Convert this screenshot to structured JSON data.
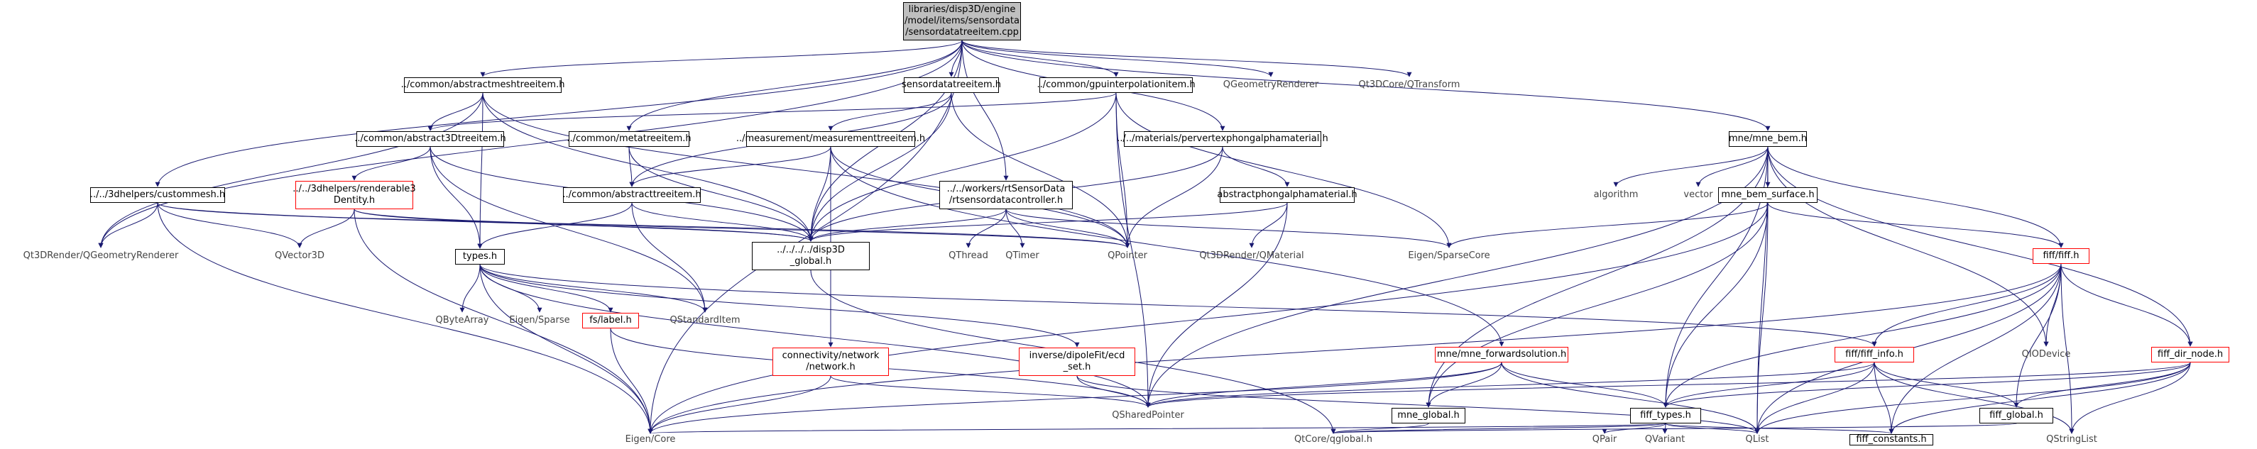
{
  "graph": {
    "edge_color": "#191970",
    "nodes": [
      {
        "id": "root",
        "label": "libraries/disp3D/engine\n/model/items/sensordata\n/sensordatatreeitem.cpp",
        "style": "root"
      },
      {
        "id": "abstractmeshtreeitem",
        "label": "../common/abstractmeshtreeitem.h",
        "style": "normal"
      },
      {
        "id": "sensordatatreeitem_h",
        "label": "sensordatatreeitem.h",
        "style": "normal"
      },
      {
        "id": "gpuinterpolationitem",
        "label": "../common/gpuinterpolationitem.h",
        "style": "normal"
      },
      {
        "id": "QGeometryRenderer",
        "label": "QGeometryRenderer",
        "style": "plain"
      },
      {
        "id": "QTransform",
        "label": "Qt3DCore/QTransform",
        "style": "plain"
      },
      {
        "id": "abstract3Dtreeitem",
        "label": "../common/abstract3Dtreeitem.h",
        "style": "normal"
      },
      {
        "id": "metatreeitem",
        "label": "../common/metatreeitem.h",
        "style": "normal"
      },
      {
        "id": "measurementtreeitem",
        "label": "../measurement/measurementtreeitem.h",
        "style": "normal"
      },
      {
        "id": "pervertexphongalpha",
        "label": "../../materials/pervertexphongalphamaterial.h",
        "style": "normal"
      },
      {
        "id": "mne_bem",
        "label": "mne/mne_bem.h",
        "style": "normal"
      },
      {
        "id": "custommesh",
        "label": "../../3dhelpers/custommesh.h",
        "style": "normal"
      },
      {
        "id": "renderable3Dentity",
        "label": "../../3dhelpers/renderable3\nDentity.h",
        "style": "red"
      },
      {
        "id": "abstracttreeitem",
        "label": "../common/abstracttreeitem.h",
        "style": "normal"
      },
      {
        "id": "rtsensordatacontroller",
        "label": "../../workers/rtSensorData\n/rtsensordatacontroller.h",
        "style": "normal"
      },
      {
        "id": "abstractphongalpha",
        "label": "abstractphongalphamaterial.h",
        "style": "normal"
      },
      {
        "id": "algorithm",
        "label": "algorithm",
        "style": "plain"
      },
      {
        "id": "vector",
        "label": "vector",
        "style": "plain"
      },
      {
        "id": "mne_bem_surface",
        "label": "mne_bem_surface.h",
        "style": "normal"
      },
      {
        "id": "QGeometryRenderer2",
        "label": "Qt3DRender/QGeometryRenderer",
        "style": "plain"
      },
      {
        "id": "QVector3D",
        "label": "QVector3D",
        "style": "plain"
      },
      {
        "id": "disp3D_global",
        "label": "../../../../disp3D\n_global.h",
        "style": "normal"
      },
      {
        "id": "QThread",
        "label": "QThread",
        "style": "plain"
      },
      {
        "id": "QTimer",
        "label": "QTimer",
        "style": "plain"
      },
      {
        "id": "QPointer",
        "label": "QPointer",
        "style": "plain"
      },
      {
        "id": "QMaterial",
        "label": "Qt3DRender/QMaterial",
        "style": "plain"
      },
      {
        "id": "SparseCore",
        "label": "Eigen/SparseCore",
        "style": "plain"
      },
      {
        "id": "fiff_h",
        "label": "fiff/fiff.h",
        "style": "red"
      },
      {
        "id": "types_h",
        "label": "types.h",
        "style": "normal"
      },
      {
        "id": "QByteArray",
        "label": "QByteArray",
        "style": "plain"
      },
      {
        "id": "Sparse",
        "label": "Eigen/Sparse",
        "style": "plain"
      },
      {
        "id": "label_h",
        "label": "fs/label.h",
        "style": "red"
      },
      {
        "id": "QStandardItem",
        "label": "QStandardItem",
        "style": "plain"
      },
      {
        "id": "network_h",
        "label": "connectivity/network\n/network.h",
        "style": "red"
      },
      {
        "id": "ecd_set",
        "label": "inverse/dipoleFit/ecd\n_set.h",
        "style": "red"
      },
      {
        "id": "forwardsolution",
        "label": "mne/mne_forwardsolution.h",
        "style": "red"
      },
      {
        "id": "fiff_info",
        "label": "fiff/fiff_info.h",
        "style": "red"
      },
      {
        "id": "QIODevice",
        "label": "QIODevice",
        "style": "plain"
      },
      {
        "id": "fiff_dir_node",
        "label": "fiff_dir_node.h",
        "style": "red"
      },
      {
        "id": "QSharedPointer",
        "label": "QSharedPointer",
        "style": "plain"
      },
      {
        "id": "mne_global",
        "label": "mne_global.h",
        "style": "normal"
      },
      {
        "id": "fiff_types",
        "label": "fiff_types.h",
        "style": "normal"
      },
      {
        "id": "fiff_global",
        "label": "fiff_global.h",
        "style": "normal"
      },
      {
        "id": "EigenCore",
        "label": "Eigen/Core",
        "style": "plain"
      },
      {
        "id": "qglobal",
        "label": "QtCore/qglobal.h",
        "style": "plain"
      },
      {
        "id": "QPair",
        "label": "QPair",
        "style": "plain"
      },
      {
        "id": "QVariant",
        "label": "QVariant",
        "style": "plain"
      },
      {
        "id": "QList",
        "label": "QList",
        "style": "plain"
      },
      {
        "id": "fiff_constants",
        "label": "fiff_constants.h",
        "style": "normal"
      },
      {
        "id": "QStringList",
        "label": "QStringList",
        "style": "plain"
      }
    ],
    "edges": [
      [
        "root",
        "abstractmeshtreeitem"
      ],
      [
        "root",
        "sensordatatreeitem_h"
      ],
      [
        "root",
        "gpuinterpolationitem"
      ],
      [
        "root",
        "QGeometryRenderer"
      ],
      [
        "root",
        "QTransform"
      ],
      [
        "root",
        "custommesh"
      ],
      [
        "root",
        "metatreeitem"
      ],
      [
        "root",
        "rtsensordatacontroller"
      ],
      [
        "root",
        "pervertexphongalpha"
      ],
      [
        "root",
        "mne_bem"
      ],
      [
        "root",
        "EigenCore"
      ],
      [
        "root",
        "disp3D_global"
      ],
      [
        "root",
        "QGeometryRenderer2"
      ],
      [
        "abstractmeshtreeitem",
        "abstract3Dtreeitem"
      ],
      [
        "abstractmeshtreeitem",
        "types_h"
      ],
      [
        "abstractmeshtreeitem",
        "disp3D_global"
      ],
      [
        "abstractmeshtreeitem",
        "QPointer"
      ],
      [
        "abstractmeshtreeitem",
        "QGeometryRenderer2"
      ],
      [
        "sensordatatreeitem_h",
        "measurementtreeitem"
      ],
      [
        "sensordatatreeitem_h",
        "abstracttreeitem"
      ],
      [
        "sensordatatreeitem_h",
        "disp3D_global"
      ],
      [
        "sensordatatreeitem_h",
        "QPointer"
      ],
      [
        "gpuinterpolationitem",
        "abstract3Dtreeitem"
      ],
      [
        "gpuinterpolationitem",
        "disp3D_global"
      ],
      [
        "gpuinterpolationitem",
        "QPointer"
      ],
      [
        "gpuinterpolationitem",
        "SparseCore"
      ],
      [
        "gpuinterpolationitem",
        "QSharedPointer"
      ],
      [
        "abstract3Dtreeitem",
        "renderable3Dentity"
      ],
      [
        "abstract3Dtreeitem",
        "types_h"
      ],
      [
        "abstract3Dtreeitem",
        "disp3D_global"
      ],
      [
        "abstract3Dtreeitem",
        "QStandardItem"
      ],
      [
        "metatreeitem",
        "abstracttreeitem"
      ],
      [
        "metatreeitem",
        "disp3D_global"
      ],
      [
        "measurementtreeitem",
        "abstracttreeitem"
      ],
      [
        "measurementtreeitem",
        "disp3D_global"
      ],
      [
        "measurementtreeitem",
        "QPointer"
      ],
      [
        "measurementtreeitem",
        "network_h"
      ],
      [
        "measurementtreeitem",
        "forwardsolution"
      ],
      [
        "pervertexphongalpha",
        "abstractphongalpha"
      ],
      [
        "pervertexphongalpha",
        "disp3D_global"
      ],
      [
        "pervertexphongalpha",
        "QPointer"
      ],
      [
        "mne_bem",
        "mne_bem_surface"
      ],
      [
        "mne_bem",
        "algorithm"
      ],
      [
        "mne_bem",
        "vector"
      ],
      [
        "mne_bem",
        "fiff_h"
      ],
      [
        "mne_bem",
        "QIODevice"
      ],
      [
        "mne_bem",
        "fiff_dir_node"
      ],
      [
        "mne_bem",
        "QSharedPointer"
      ],
      [
        "mne_bem",
        "mne_global"
      ],
      [
        "mne_bem",
        "fiff_types"
      ],
      [
        "mne_bem",
        "QList"
      ],
      [
        "custommesh",
        "disp3D_global"
      ],
      [
        "custommesh",
        "QVector3D"
      ],
      [
        "custommesh",
        "QGeometryRenderer2"
      ],
      [
        "custommesh",
        "QPointer"
      ],
      [
        "custommesh",
        "EigenCore"
      ],
      [
        "renderable3Dentity",
        "disp3D_global"
      ],
      [
        "renderable3Dentity",
        "QVector3D"
      ],
      [
        "renderable3Dentity",
        "QPointer"
      ],
      [
        "renderable3Dentity",
        "EigenCore"
      ],
      [
        "abstracttreeitem",
        "types_h"
      ],
      [
        "abstracttreeitem",
        "disp3D_global"
      ],
      [
        "abstracttreeitem",
        "QStandardItem"
      ],
      [
        "rtsensordatacontroller",
        "disp3D_global"
      ],
      [
        "rtsensordatacontroller",
        "QThread"
      ],
      [
        "rtsensordatacontroller",
        "QTimer"
      ],
      [
        "rtsensordatacontroller",
        "QPointer"
      ],
      [
        "rtsensordatacontroller",
        "SparseCore"
      ],
      [
        "abstractphongalpha",
        "disp3D_global"
      ],
      [
        "abstractphongalpha",
        "QMaterial"
      ],
      [
        "abstractphongalpha",
        "QSharedPointer"
      ],
      [
        "mne_bem_surface",
        "fiff_h"
      ],
      [
        "mne_bem_surface",
        "SparseCore"
      ],
      [
        "mne_bem_surface",
        "mne_global"
      ],
      [
        "mne_bem_surface",
        "fiff_types"
      ],
      [
        "mne_bem_surface",
        "QList"
      ],
      [
        "mne_bem_surface",
        "EigenCore"
      ],
      [
        "disp3D_global",
        "qglobal"
      ],
      [
        "fiff_h",
        "fiff_info"
      ],
      [
        "fiff_h",
        "QIODevice"
      ],
      [
        "fiff_h",
        "fiff_dir_node"
      ],
      [
        "fiff_h",
        "fiff_global"
      ],
      [
        "fiff_h",
        "fiff_types"
      ],
      [
        "fiff_h",
        "QList"
      ],
      [
        "fiff_h",
        "QStringList"
      ],
      [
        "fiff_h",
        "EigenCore"
      ],
      [
        "fiff_h",
        "fiff_constants"
      ],
      [
        "types_h",
        "QByteArray"
      ],
      [
        "types_h",
        "Sparse"
      ],
      [
        "types_h",
        "label_h"
      ],
      [
        "types_h",
        "QStandardItem"
      ],
      [
        "types_h",
        "ecd_set"
      ],
      [
        "types_h",
        "fiff_info"
      ],
      [
        "types_h",
        "QSharedPointer"
      ],
      [
        "types_h",
        "EigenCore"
      ],
      [
        "label_h",
        "QSharedPointer"
      ],
      [
        "label_h",
        "EigenCore"
      ],
      [
        "network_h",
        "QSharedPointer"
      ],
      [
        "network_h",
        "EigenCore"
      ],
      [
        "ecd_set",
        "QSharedPointer"
      ],
      [
        "ecd_set",
        "QList"
      ],
      [
        "forwardsolution",
        "mne_global"
      ],
      [
        "forwardsolution",
        "fiff_types"
      ],
      [
        "forwardsolution",
        "QSharedPointer"
      ],
      [
        "forwardsolution",
        "EigenCore"
      ],
      [
        "forwardsolution",
        "QList"
      ],
      [
        "fiff_info",
        "fiff_global"
      ],
      [
        "fiff_info",
        "fiff_types"
      ],
      [
        "fiff_info",
        "QList"
      ],
      [
        "fiff_info",
        "QSharedPointer"
      ],
      [
        "fiff_info",
        "fiff_constants"
      ],
      [
        "fiff_info",
        "QStringList"
      ],
      [
        "fiff_dir_node",
        "fiff_global"
      ],
      [
        "fiff_dir_node",
        "fiff_types"
      ],
      [
        "fiff_dir_node",
        "QList"
      ],
      [
        "fiff_dir_node",
        "QSharedPointer"
      ],
      [
        "fiff_dir_node",
        "fiff_constants"
      ],
      [
        "fiff_dir_node",
        "QStringList"
      ],
      [
        "mne_global",
        "qglobal"
      ],
      [
        "fiff_global",
        "qglobal"
      ],
      [
        "fiff_types",
        "QPair"
      ],
      [
        "fiff_types",
        "QVariant"
      ],
      [
        "fiff_types",
        "QList"
      ],
      [
        "fiff_types",
        "fiff_constants"
      ],
      [
        "fiff_types",
        "EigenCore"
      ],
      [
        "fiff_types",
        "qglobal"
      ]
    ]
  }
}
